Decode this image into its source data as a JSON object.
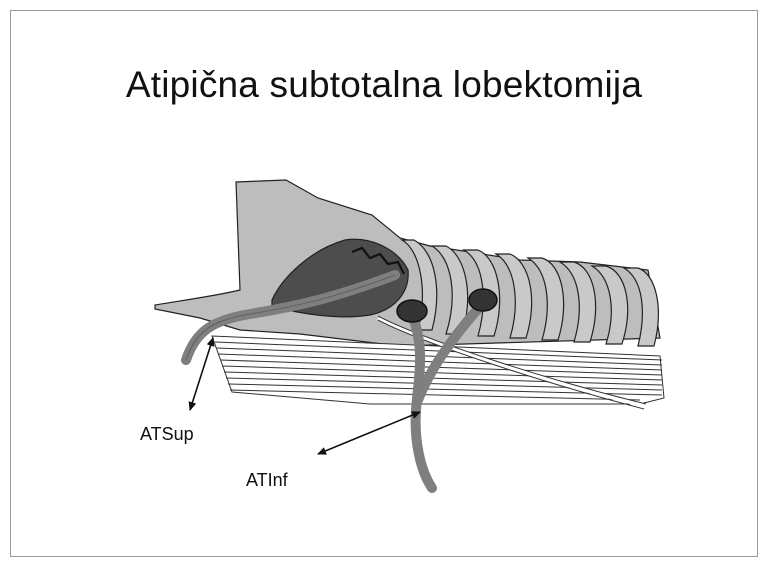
{
  "slide": {
    "title": "Atipična subtotalna lobektomija",
    "labels": {
      "superior": "ATSup",
      "inferior": "ATInf"
    }
  },
  "colors": {
    "lobe_light": "#bdbdbd",
    "lobe_dark": "#4d4d4d",
    "artery": "#7f7f7f",
    "rib": "#c9c9c9",
    "stroke": "#222222"
  },
  "icons": [
    "double-arrow-icon"
  ]
}
